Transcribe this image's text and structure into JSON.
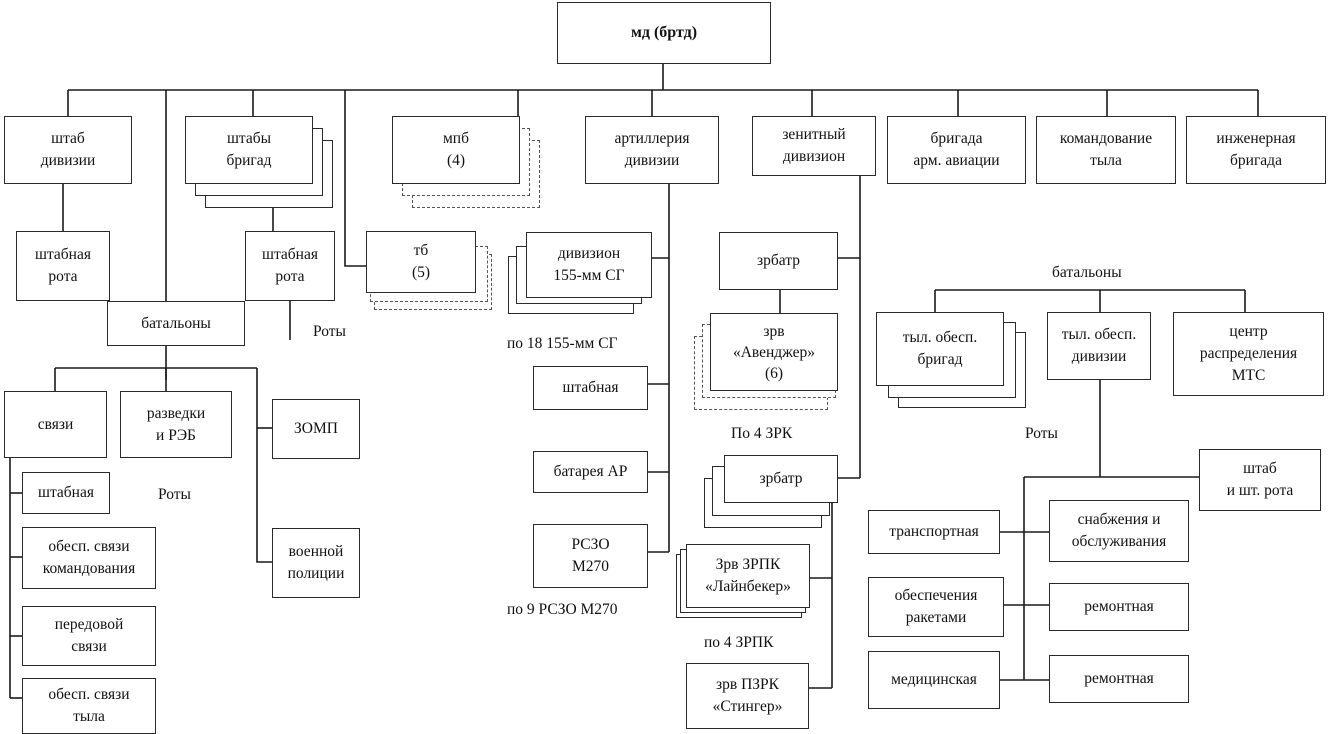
{
  "root": "мд (бртд)",
  "units": {
    "shtab_divizii": "штаб\nдивизии",
    "shtaby_brigad": "штабы\nбригад",
    "mpb": "мпб\n(4)",
    "artilleriya": "артиллерия\nдивизии",
    "zenitny": "зенитный\nдивизион",
    "brigada_avia": "бригада\nарм. авиации",
    "komandovanie_tyla": "командование\nтыла",
    "inzhenernaya": "инженерная\nбригада",
    "shtabnaya_rota_1": "штабная\nрота",
    "shtabnaya_rota_2": "штабная\nрота",
    "tb": "тб\n(5)",
    "batalony_left": "батальоны",
    "svyazi": "связи",
    "razvedki": "разведки\nи РЭБ",
    "zomp": "ЗОМП",
    "voennoy_policii": "военной\nполиции",
    "shtabnaya_svyaz": "штабная",
    "obesp_svyazi_kom": "обесп. связи\nкомандования",
    "peredovoy_svyazi": "передовой\nсвязи",
    "obesp_svyazi_tyla": "обесп. связи\nтыла",
    "divizion_155": "дивизион\n155-мм СГ",
    "shtabnaya_art": "штабная",
    "batareya_ar": "батарея АР",
    "rszo": "РСЗО\nМ270",
    "zrbatr_1": "зрбатр",
    "zrv_avendzher": "зрв\n«Авенджер»\n(6)",
    "zrbatr_2": "зрбатр",
    "zrv_zrpk": "Зрв ЗРПК\n«Лайнбекер»",
    "zrv_pzrk": "зрв ПЗРК\n«Стингер»",
    "tyl_obesp_brigad": "тыл. обесп.\nбригад",
    "tyl_obesp_divizii": "тыл. обесп.\nдивизии",
    "centr_mts": "центр\nраспределения\nМТС",
    "shtab_sht_rota": "штаб\nи шт. рота",
    "transportnaya": "транспортная",
    "snabzheniya": "снабжения и\nобслуживания",
    "obespecheniya_raketami": "обеспечения\nракетами",
    "remontnaya_1": "ремонтная",
    "medicinskaya": "медицинская",
    "remontnaya_2": "ремонтная"
  },
  "labels": {
    "roty_1": "Роты",
    "roty_2": "Роты",
    "roty_3": "Роты",
    "batalony_right": "батальоны",
    "po_18": "по 18 155-мм СГ",
    "po_9": "по 9 РСЗО М270",
    "po_4_zrk": "По 4 ЗРК",
    "po_4_zrpk": "по 4 ЗРПК"
  },
  "colors": {
    "line": "#1a1a1a",
    "border": "#2a2a2a",
    "background": "#ffffff"
  }
}
